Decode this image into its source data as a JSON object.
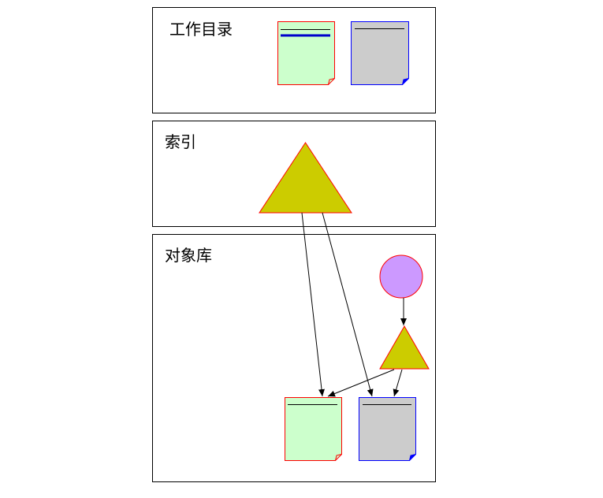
{
  "panels": {
    "working_directory": {
      "title": "工作目录"
    },
    "index": {
      "title": "索引"
    },
    "object_store": {
      "title": "对象库"
    }
  },
  "colors": {
    "text_doc_fill": "#ccffcc",
    "text_doc_stroke": "#ff0000",
    "gray_doc_fill": "#cccccc",
    "gray_doc_stroke": "#0000ff",
    "triangle_fill": "#cccc00",
    "triangle_stroke": "#ff0000",
    "circle_fill": "#cc99ff",
    "circle_stroke": "#ff0000",
    "highlight_line": "#0000cc",
    "panel_border": "#000000",
    "arrow": "#000000"
  },
  "icons": {
    "working_text_file": "green-document-icon",
    "working_gray_file": "gray-document-icon",
    "index_tree": "triangle-icon",
    "commit_object": "circle-icon",
    "tree_object": "triangle-icon",
    "blob_text": "green-document-icon",
    "blob_gray": "gray-document-icon"
  }
}
